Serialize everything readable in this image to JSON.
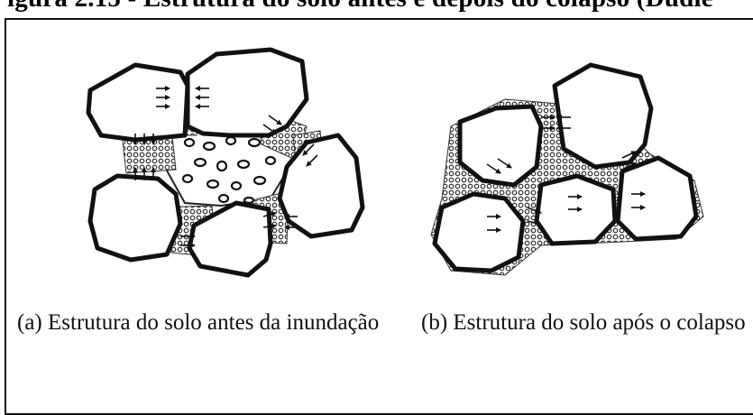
{
  "header": {
    "title": "igura 2.15 - Estrutura do solo antes e depois do colapso (Dudle"
  },
  "figure": {
    "panel_a": {
      "caption": "(a) Estrutura do solo antes da inundação"
    },
    "panel_b": {
      "caption": "(b) Estrutura do solo após o colapso"
    }
  }
}
